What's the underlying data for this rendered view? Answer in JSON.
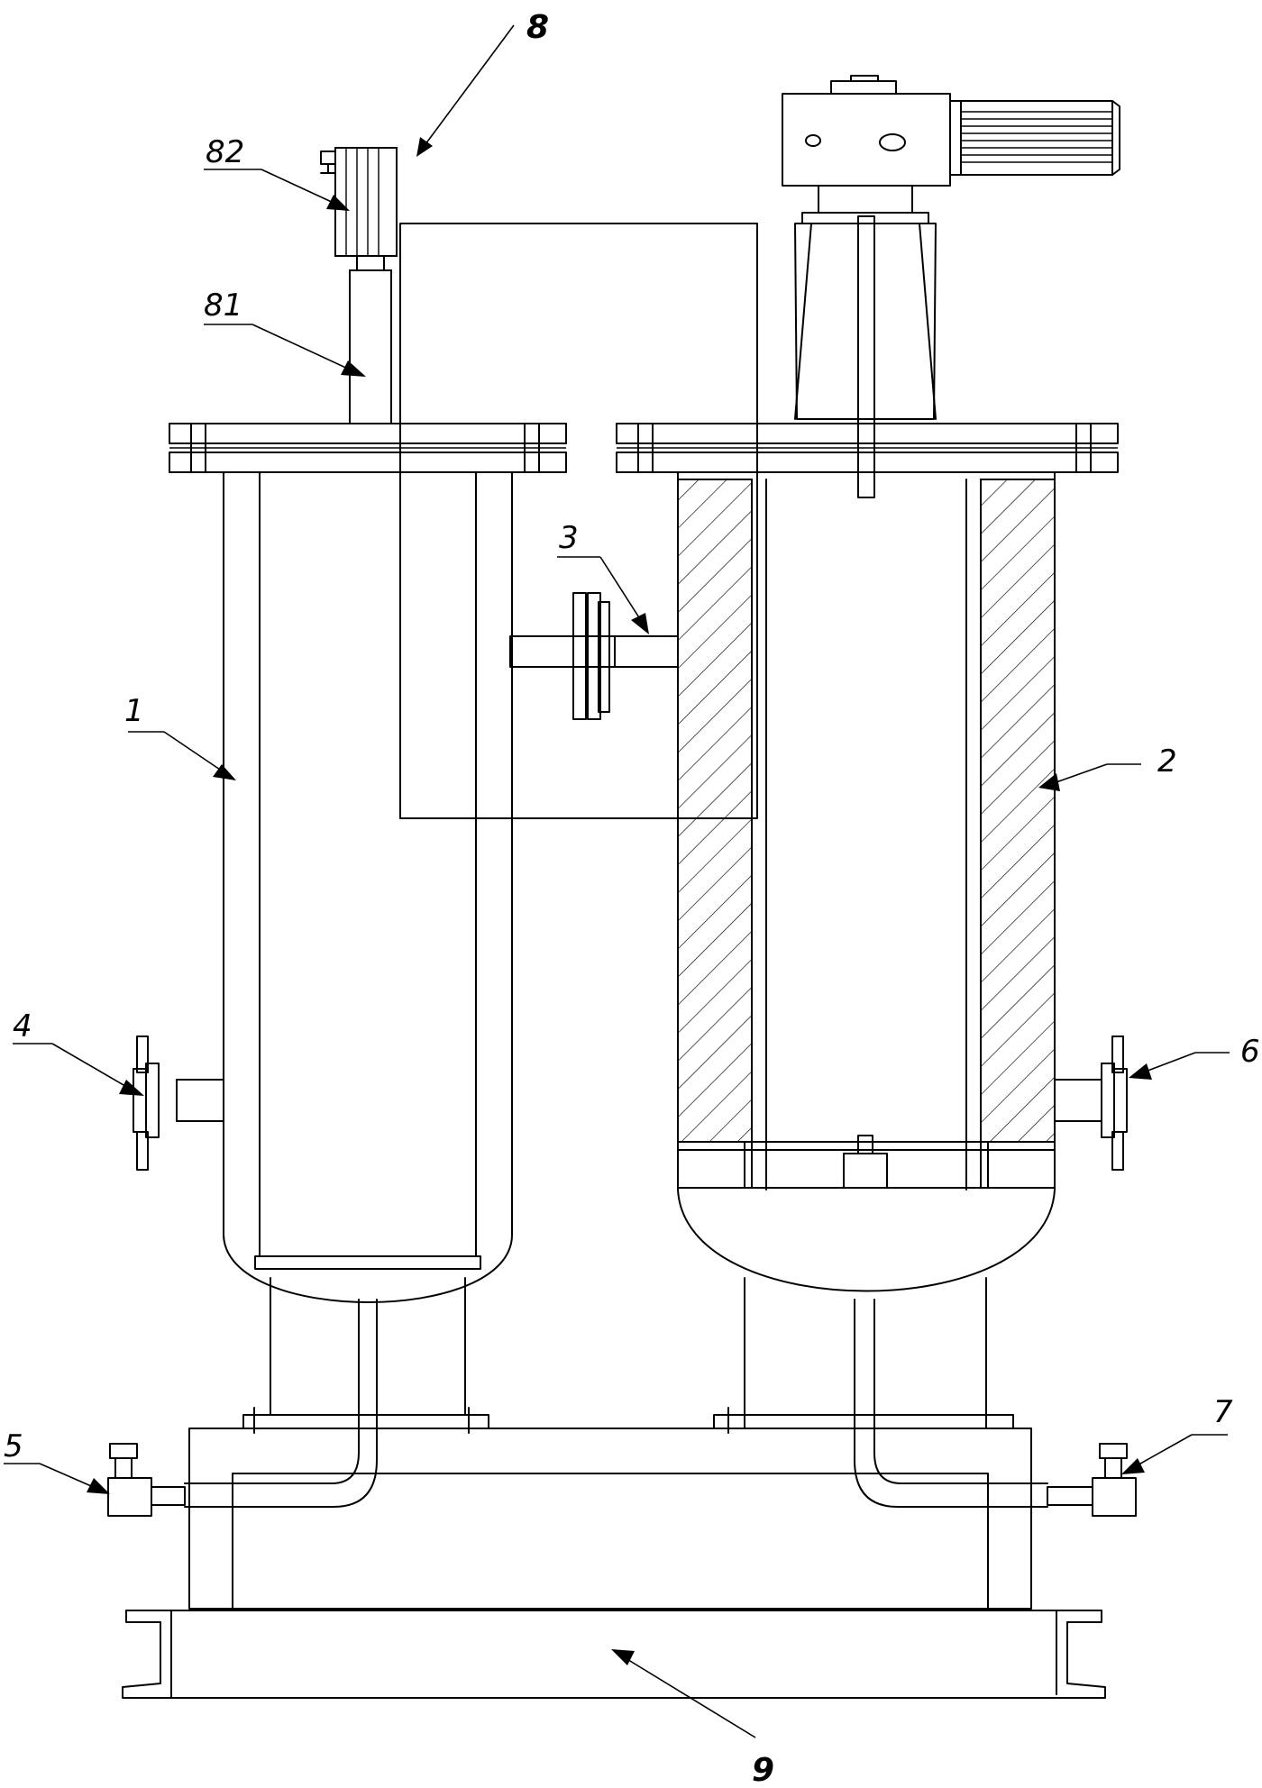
{
  "labels": {
    "l8": "8",
    "l82": "82",
    "l81": "81",
    "l3": "3",
    "l1": "1",
    "l2": "2",
    "l4": "4",
    "l6": "6",
    "l5": "5",
    "l7": "7",
    "l9": "9"
  },
  "colors": {
    "line": "#000000",
    "background": "#ffffff"
  }
}
